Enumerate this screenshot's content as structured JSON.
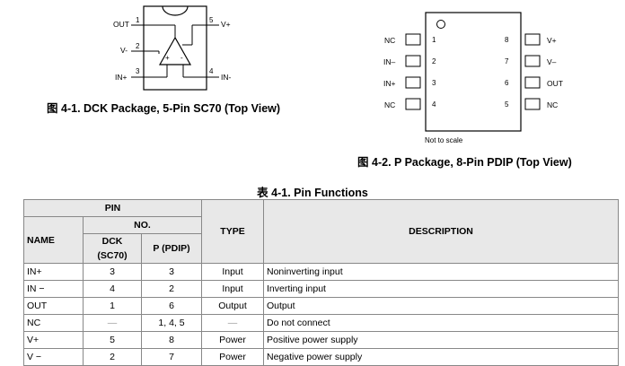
{
  "dck_package": {
    "pins": [
      {
        "num": "1",
        "label": "OUT"
      },
      {
        "num": "2",
        "label": "V-"
      },
      {
        "num": "3",
        "label": "IN+"
      },
      {
        "num": "4",
        "label": "IN-"
      },
      {
        "num": "5",
        "label": "V+"
      }
    ],
    "opamp_plus": "+",
    "opamp_minus": "-",
    "caption_prefix": "图",
    "caption": "4-1. DCK Package, 5-Pin SC70 (Top View)"
  },
  "pdip_package": {
    "left_pins": [
      {
        "num": "1",
        "label": "NC"
      },
      {
        "num": "2",
        "label": "IN–"
      },
      {
        "num": "3",
        "label": "IN+"
      },
      {
        "num": "4",
        "label": "NC"
      }
    ],
    "right_pins": [
      {
        "num": "8",
        "label": "V+"
      },
      {
        "num": "7",
        "label": "V–"
      },
      {
        "num": "6",
        "label": "OUT"
      },
      {
        "num": "5",
        "label": "NC"
      }
    ],
    "note": "Not to scale",
    "caption_prefix": "图",
    "caption": "4-2. P Package, 8-Pin PDIP (Top View)"
  },
  "pin_table": {
    "title_prefix": "表",
    "title": "4-1. Pin Functions",
    "headers": {
      "pin": "PIN",
      "name": "NAME",
      "no": "NO.",
      "dck": "DCK (SC70)",
      "pdip": "P (PDIP)",
      "type": "TYPE",
      "description": "DESCRIPTION"
    },
    "rows": [
      {
        "name": "IN+",
        "dck": "3",
        "pdip": "3",
        "type": "Input",
        "description": "Noninverting input"
      },
      {
        "name": "IN −",
        "dck": "4",
        "pdip": "2",
        "type": "Input",
        "description": "Inverting input"
      },
      {
        "name": "OUT",
        "dck": "1",
        "pdip": "6",
        "type": "Output",
        "description": "Output"
      },
      {
        "name": "NC",
        "dck": "—",
        "pdip": "1, 4, 5",
        "type": "—",
        "description": "Do not connect"
      },
      {
        "name": "V+",
        "dck": "5",
        "pdip": "8",
        "type": "Power",
        "description": "Positive power supply"
      },
      {
        "name": "V −",
        "dck": "2",
        "pdip": "7",
        "type": "Power",
        "description": "Negative power supply"
      }
    ]
  }
}
